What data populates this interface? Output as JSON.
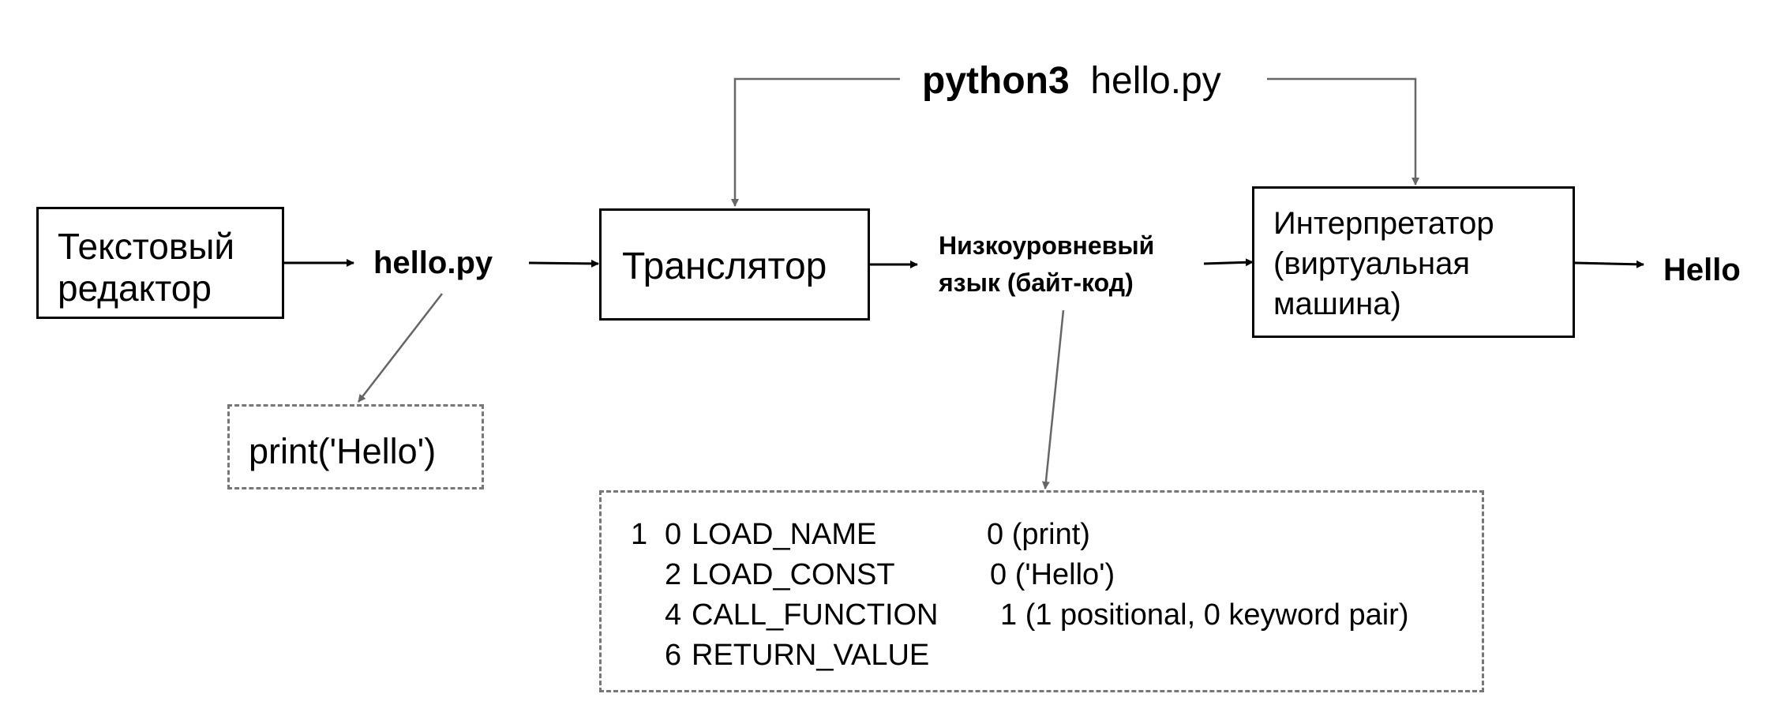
{
  "command": {
    "interpreter": "python3",
    "script": "hello.py"
  },
  "nodes": {
    "editor": {
      "line1": "Текстовый",
      "line2": "редактор"
    },
    "source_file": "hello.py",
    "source_code": "print('Hello')",
    "translator": "Транслятор",
    "bytecode_label": {
      "line1": "Низкоуровневый",
      "line2": "язык (байт-код)"
    },
    "interpreter": {
      "line1": "Интерпретатор",
      "line2": "(виртуальная",
      "line3": "машина)"
    },
    "output": "Hello"
  },
  "bytecode": [
    {
      "line": "1",
      "offset": "0",
      "opname": "LOAD_NAME",
      "arg": "0 (print)"
    },
    {
      "line": "",
      "offset": "2",
      "opname": "LOAD_CONST",
      "arg": "0 ('Hello')"
    },
    {
      "line": "",
      "offset": "4",
      "opname": "CALL_FUNCTION",
      "arg": "1 (1 positional, 0 keyword pair)"
    },
    {
      "line": "",
      "offset": "6",
      "opname": "RETURN_VALUE",
      "arg": ""
    }
  ],
  "colors": {
    "main_arrow": "#000000",
    "gray_arrow": "#666666",
    "dashed_border": "#777777"
  }
}
